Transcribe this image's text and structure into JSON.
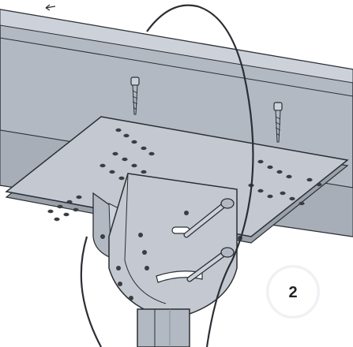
{
  "diagram": {
    "step": {
      "number": "2"
    },
    "colors": {
      "metal": "#b3b9c3",
      "metal_light": "#cdd2da",
      "metal_dark": "#8a919c",
      "outline": "#2b2e33",
      "hole": "#3a3d42",
      "background": "#ffffff"
    },
    "parts": [
      "ceiling-beam",
      "mounting-plate",
      "u-bracket",
      "swivel-plate",
      "pole",
      "wood-screw",
      "bolt",
      "power-cord"
    ]
  }
}
